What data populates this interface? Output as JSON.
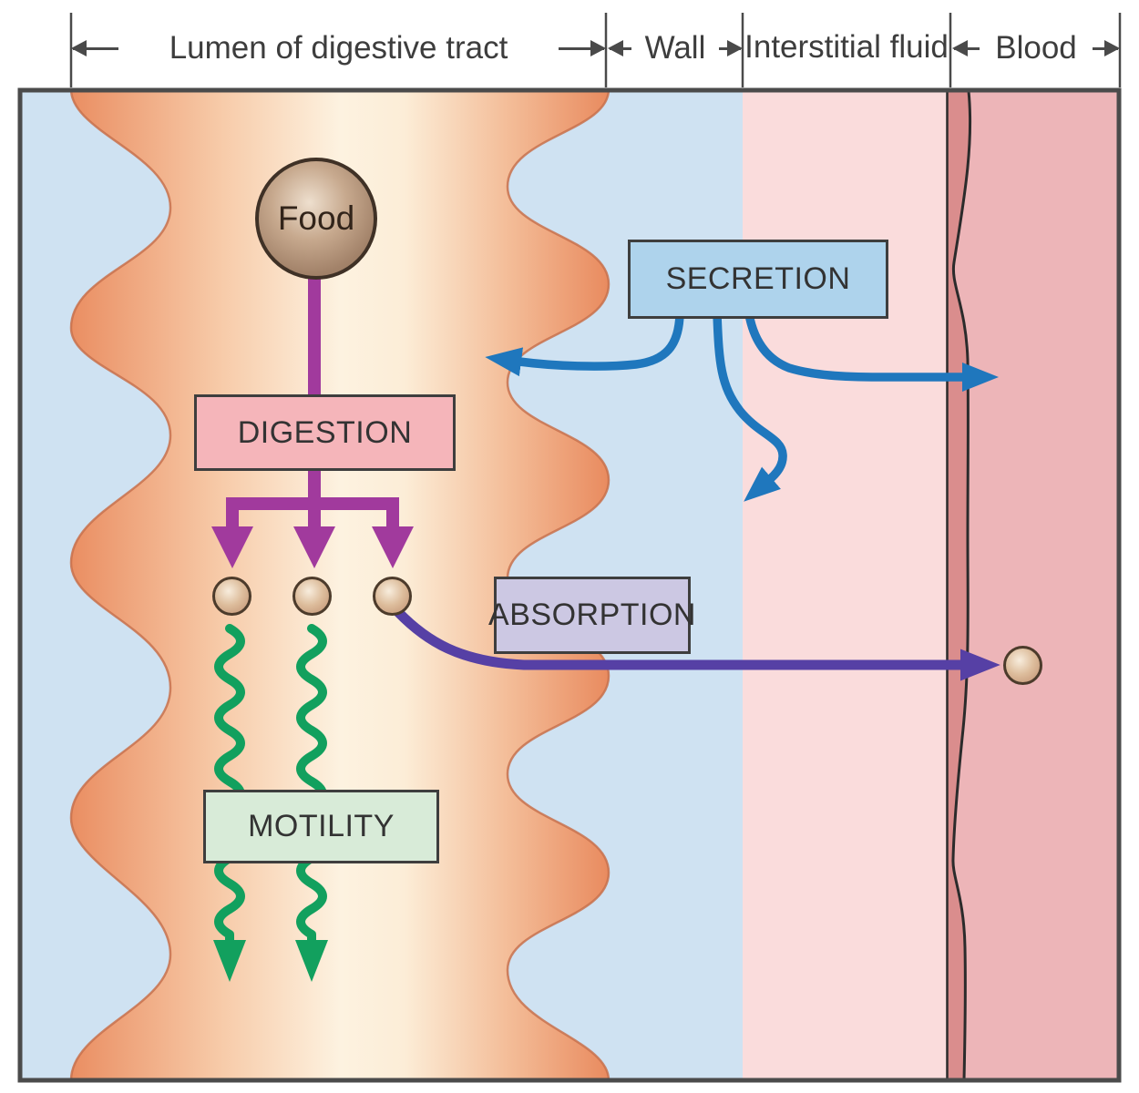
{
  "header": {
    "regions": [
      {
        "id": "lumen",
        "label": "Lumen of digestive tract",
        "arrows": true
      },
      {
        "id": "wall",
        "label": "Wall",
        "arrows": true
      },
      {
        "id": "interstitial",
        "label": "Interstitial fluid",
        "arrows": false
      },
      {
        "id": "blood",
        "label": "Blood",
        "arrows": true
      }
    ]
  },
  "labels": {
    "food": "Food",
    "digestion": "DIGESTION",
    "secretion": "SECRETION",
    "absorption": "ABSORPTION",
    "motility": "MOTILITY"
  },
  "colors": {
    "lumen_fluid_blue": "#cfe2f2",
    "wall_blue": "#cfe2f2",
    "tract_edge_orange": "#ea8e62",
    "tract_center_cream": "#fdf2e0",
    "interstitial_pink": "#fadcdc",
    "vessel_wall_rose": "#da8d8d",
    "blood_pink": "#edb5b8",
    "secretion_box": "#aed3ec",
    "digestion_box": "#f5b5ba",
    "absorption_box": "#ccc8e3",
    "motility_box": "#d8ebd8",
    "secretion_arrow_blue": "#1f77bd",
    "digestion_arrow_purple": "#a13a9d",
    "absorption_arrow_indigo": "#5640a5",
    "motility_arrow_green": "#12a05e",
    "food_ball_brown": "#a3836a",
    "frame_border": "#4b4b4b"
  }
}
